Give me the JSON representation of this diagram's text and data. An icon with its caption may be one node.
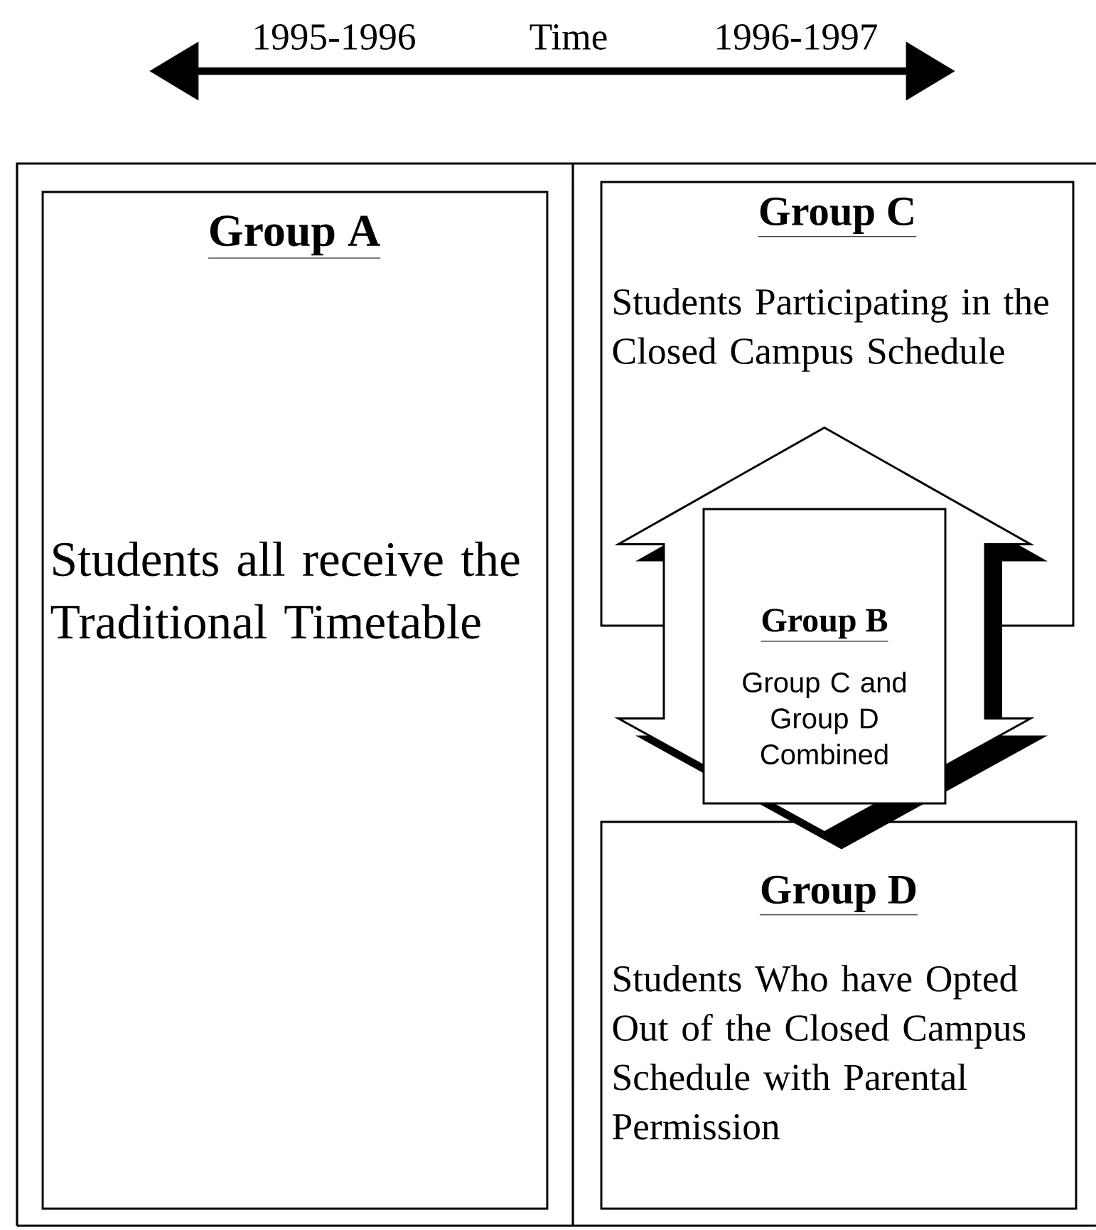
{
  "diagram": {
    "nodes": [
      {
        "text": [
          "Group A",
          "Students all receive the Traditional Timetable"
        ]
      },
      {
        "text": [
          "Group C",
          "Students Participating in the Closed Campus Schedule"
        ]
      },
      {
        "text": [
          "Group B",
          "Group C and Group D Combined"
        ]
      },
      {
        "text": [
          "Group D",
          "Students Who have Opted Out of the Closed Campus Schedule with Parental Permission"
        ]
      }
    ],
    "edges": [
      {
        "from": 1,
        "to": 3,
        "arrow": "both"
      }
    ],
    "labels": [
      "1995-1996",
      "Time",
      "1996-1997"
    ]
  }
}
